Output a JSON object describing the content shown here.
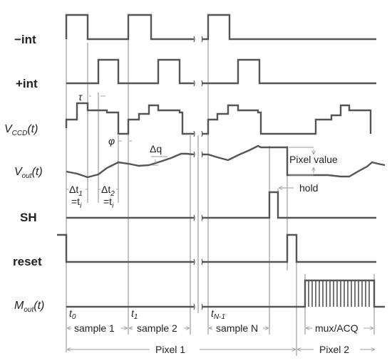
{
  "labels": {
    "minus_int": "−int",
    "plus_int": "+int",
    "vccd_main": "V",
    "vccd_sub": "CCD",
    "vccd_tail": "(t)",
    "vout_main": "V",
    "vout_sub": "out",
    "vout_tail": "(t)",
    "sh": "SH",
    "reset": "reset",
    "mout_main": "M",
    "mout_sub": "out",
    "mout_tail": "(t)"
  },
  "annotations": {
    "tau": "τ",
    "phi": "φ",
    "delta_q": "Δq",
    "pixel_value": "Pixel value",
    "hold": "hold",
    "dt1_main": "Δt",
    "dt1_sub": "1",
    "dt1_eq": "=t",
    "dt1_eq_sub": "i",
    "dt2_main": "Δt",
    "dt2_sub": "2",
    "dt2_eq": "=t",
    "dt2_eq_sub": "i"
  },
  "time_marks": {
    "t0_main": "t",
    "t0_sub": "0",
    "t1_main": "t",
    "t1_sub": "1",
    "tn_main": "t",
    "tn_sub": "N-1"
  },
  "intervals": {
    "sample1": "sample 1",
    "sample2": "sample 2",
    "sampleN": "sample N",
    "mux": "mux/ACQ",
    "pixel1": "Pixel 1",
    "pixel2": "Pixel 2"
  }
}
